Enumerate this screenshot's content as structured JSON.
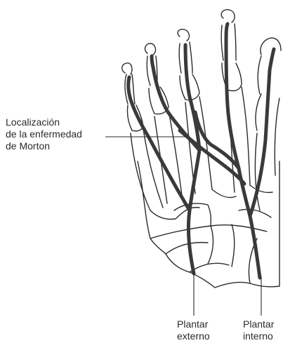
{
  "labels": {
    "morton": {
      "line1": "Localización",
      "line2": "de la enfermedad",
      "line3": "de Morton"
    },
    "plantar_externo": {
      "line1": "Plantar",
      "line2": "externo"
    },
    "plantar_interno": {
      "line1": "Plantar",
      "line2": "interno"
    }
  },
  "colors": {
    "line": "#2a2a2a",
    "nerve": "#3a3a3a",
    "background": "#ffffff"
  }
}
